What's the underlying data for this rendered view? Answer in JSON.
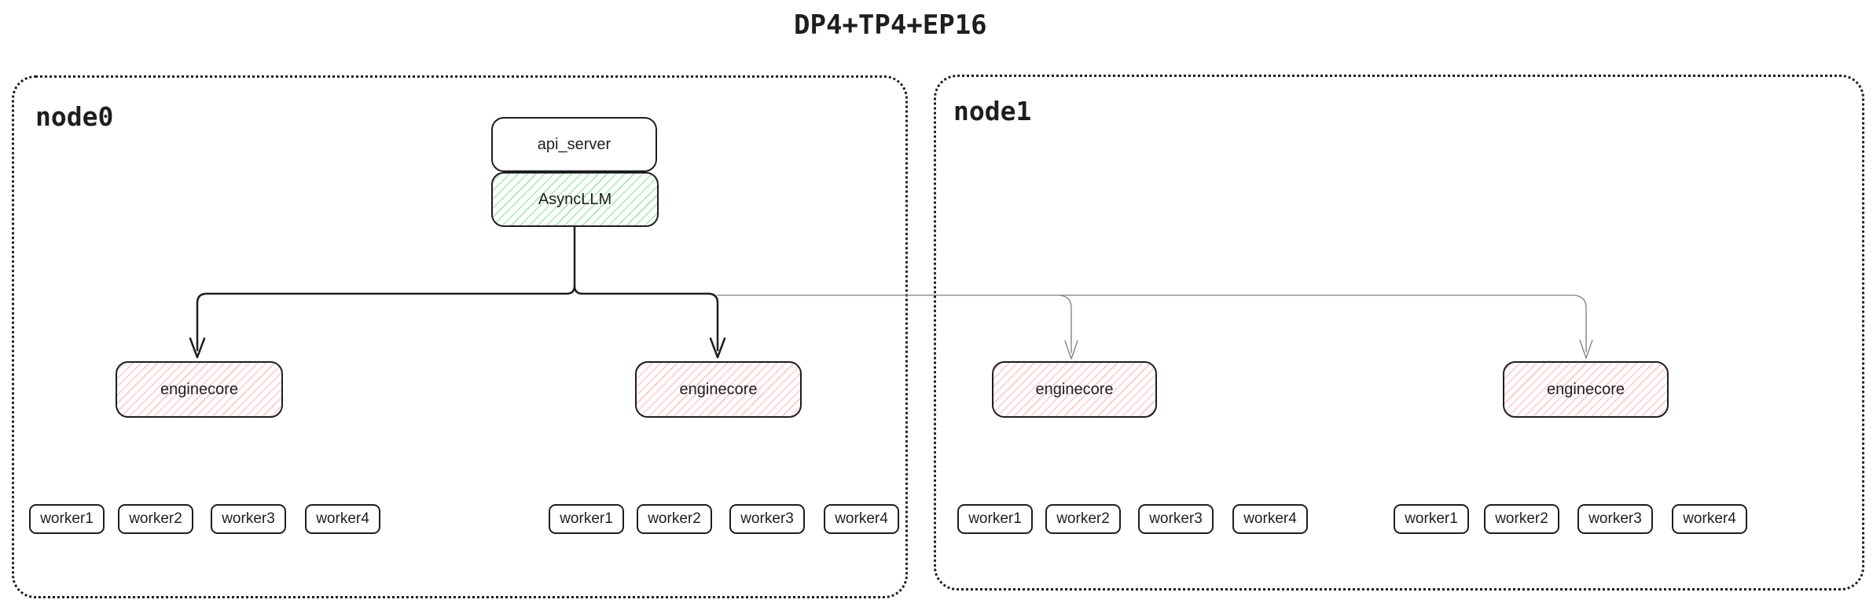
{
  "title": "DP4+TP4+EP16",
  "nodes": [
    {
      "label": "node0"
    },
    {
      "label": "node1"
    }
  ],
  "api_server": {
    "label": "api_server"
  },
  "async_llm": {
    "label": "AsyncLLM"
  },
  "enginecores": [
    {
      "label": "enginecore"
    },
    {
      "label": "enginecore"
    },
    {
      "label": "enginecore"
    },
    {
      "label": "enginecore"
    }
  ],
  "worker_groups": [
    {
      "workers": [
        "worker1",
        "worker2",
        "worker3",
        "worker4"
      ]
    },
    {
      "workers": [
        "worker1",
        "worker2",
        "worker3",
        "worker4"
      ]
    },
    {
      "workers": [
        "worker1",
        "worker2",
        "worker3",
        "worker4"
      ]
    },
    {
      "workers": [
        "worker1",
        "worker2",
        "worker3",
        "worker4"
      ]
    }
  ],
  "colors": {
    "stroke": "#1e1e1e",
    "green_hatch": "#a9e7b2",
    "red_hatch": "#ffc9c9",
    "thin_line": "#7d7d7d"
  }
}
